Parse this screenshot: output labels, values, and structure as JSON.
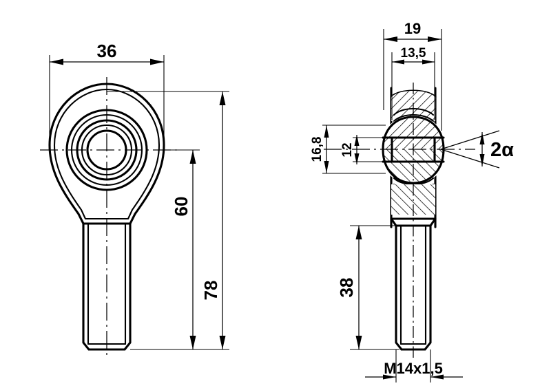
{
  "drawing": {
    "title": "Rod end bearing technical drawing",
    "background_color": "#ffffff",
    "line_color": "#000000",
    "views": [
      {
        "name": "front-view",
        "label": "Front view (eye and threaded shank)"
      },
      {
        "name": "side-view",
        "label": "Side section view (spherical bearing and thread)"
      }
    ]
  },
  "dimensions": {
    "front": {
      "head_width": "36",
      "center_to_end": "60",
      "overall_length": "78"
    },
    "side": {
      "body_width": "19",
      "inner_width": "13,5",
      "outer_height": "16,8",
      "ball_bore_height": "12",
      "thread_length": "38",
      "thread_spec": "M14x1,5",
      "swivel_angle": "2α"
    }
  },
  "labels": {
    "d36": "36",
    "d60": "60",
    "d78": "78",
    "d19": "19",
    "d135": "13,5",
    "d168": "16,8",
    "d12": "12",
    "d38": "38",
    "thread": "M14x1,5",
    "angle": "2α"
  }
}
